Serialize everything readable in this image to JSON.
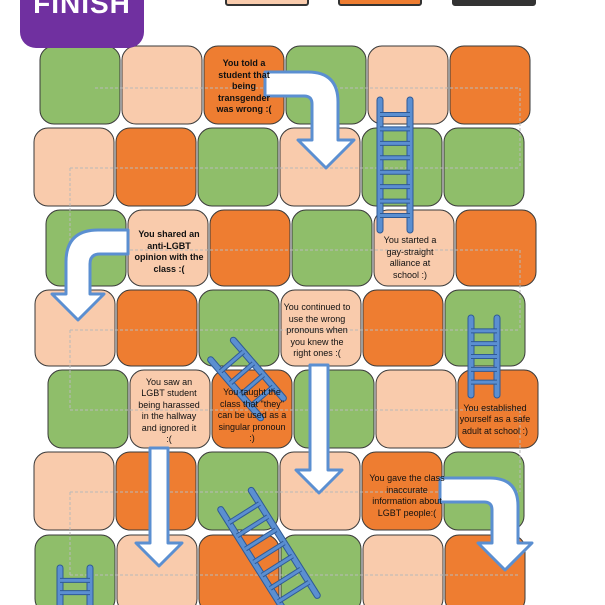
{
  "finish_label": "FINISH",
  "colors": {
    "green": "#8fbe6a",
    "orange": "#ee7d31",
    "peach": "#f9cbac",
    "purple": "#7030a0",
    "ladder": "#5b8fd1",
    "arrow": "#5b8fd1"
  },
  "legend_colors": [
    "#f9cbac",
    "#ee7d31",
    "#333333"
  ],
  "board": {
    "rows": [
      [
        "green",
        "peach",
        "orange",
        "green",
        "peach",
        "orange"
      ],
      [
        "peach",
        "orange",
        "green",
        "peach",
        "green",
        "green"
      ],
      [
        "green",
        "peach",
        "orange",
        "green",
        "peach",
        "orange"
      ],
      [
        "peach",
        "orange",
        "green",
        "peach",
        "orange",
        "green"
      ],
      [
        "green",
        "peach",
        "orange",
        "green",
        "peach",
        "orange"
      ],
      [
        "peach",
        "orange",
        "green",
        "peach",
        "orange",
        "green"
      ],
      [
        "green",
        "peach",
        "orange",
        "green",
        "peach",
        "orange"
      ]
    ]
  },
  "squares": {
    "transgender": "You told a\nstudent that\nbeing\ntransgender\nwas wrong :(",
    "anti_lgbt": "You shared an\nanti-LGBT\nopinion with the\nclass :(",
    "gay_straight": "You started a\ngay-straight\nalliance at\nschool :)",
    "wrong_pronouns": "You continued to\nuse the wrong\npronouns when\nyou knew the\nright ones :(",
    "harassed": "You saw an\nLGBT student\nbeing harassed\nin the hallway\nand ignored it\n:(",
    "they_pronoun": "You taught the\nclass that \"they\"\ncan be used as a\nsingular pronoun\n:)",
    "safe_adult": "You established\nyourself as a safe\nadult at school :)",
    "inaccurate": "You gave the class\ninaccurate\ninformation about\nLGBT people:("
  }
}
